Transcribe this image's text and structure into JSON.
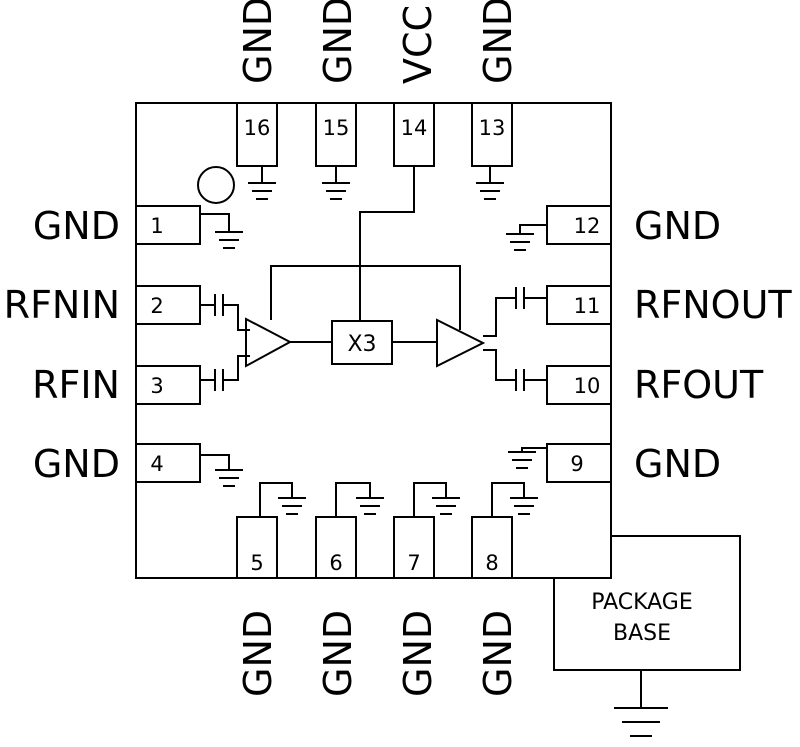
{
  "labels": {
    "left": [
      "GND",
      "RFNIN",
      "RFIN",
      "GND"
    ],
    "right": [
      "GND",
      "RFNOUT",
      "RFOUT",
      "GND"
    ],
    "top": [
      "GND",
      "GND",
      "VCC",
      "GND"
    ],
    "bottom": [
      "GND",
      "GND",
      "GND",
      "GND"
    ]
  },
  "pins": {
    "left": [
      "1",
      "2",
      "3",
      "4"
    ],
    "right": [
      "12",
      "11",
      "10",
      "9"
    ],
    "top": [
      "16",
      "15",
      "14",
      "13"
    ],
    "bottom": [
      "5",
      "6",
      "7",
      "8"
    ]
  },
  "block_label": "X3",
  "package_base": [
    "PACKAGE",
    "BASE"
  ]
}
